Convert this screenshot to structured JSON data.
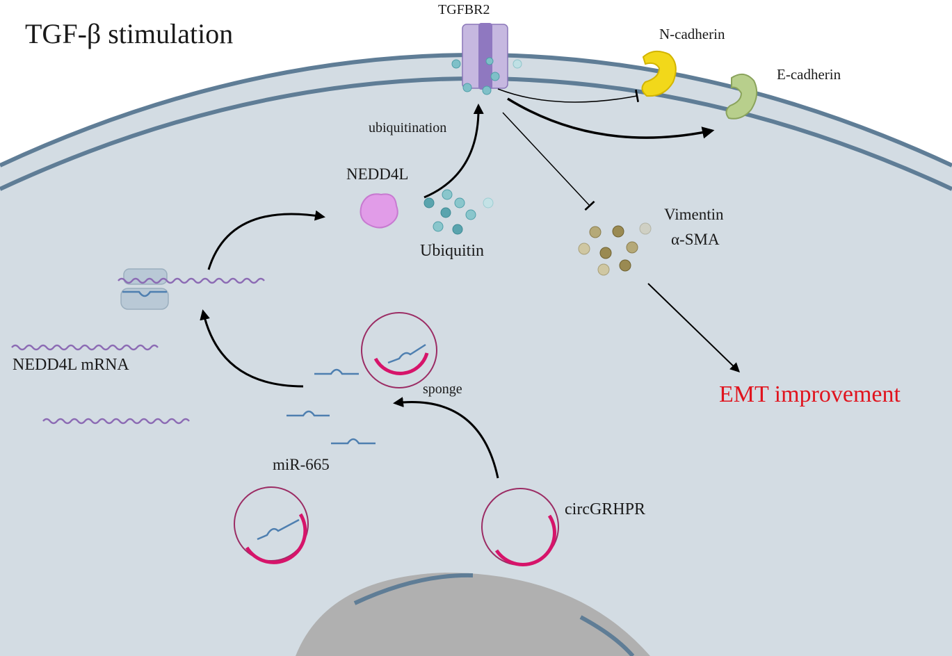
{
  "title": "TGF-β stimulation",
  "labels": {
    "tgfbr2": "TGFBR2",
    "n_cadherin": "N-cadherin",
    "e_cadherin": "E-cadherin",
    "ubiquitination": "ubiquitination",
    "nedd4l": "NEDD4L",
    "ubiquitin": "Ubiquitin",
    "vimentin": "Vimentin",
    "alpha_sma": "α-SMA",
    "nedd4l_mrna": "NEDD4L mRNA",
    "sponge": "sponge",
    "emt_improvement": "EMT improvement",
    "mir_665": "miR-665",
    "circgrhpr": "circGRHPR"
  },
  "colors": {
    "cytoplasm": "#d3dce3",
    "membrane": "#5f7d96",
    "nucleus": "#b3b3b3",
    "emt_text": "#e0141e",
    "circ_ring": "#9b2c64",
    "circ_arc": "#d6146a",
    "mirna": "#4e7fb0",
    "mrna": "#8c6bb4",
    "ubiquitin": "#4f9ea8",
    "nedd4l": "#dc8ae0",
    "n_cadherin": "#f2d81a",
    "e_cadherin": "#a9c47c",
    "vimentin_dots": "#9a8a4e",
    "receptor": "#a08cc8"
  }
}
